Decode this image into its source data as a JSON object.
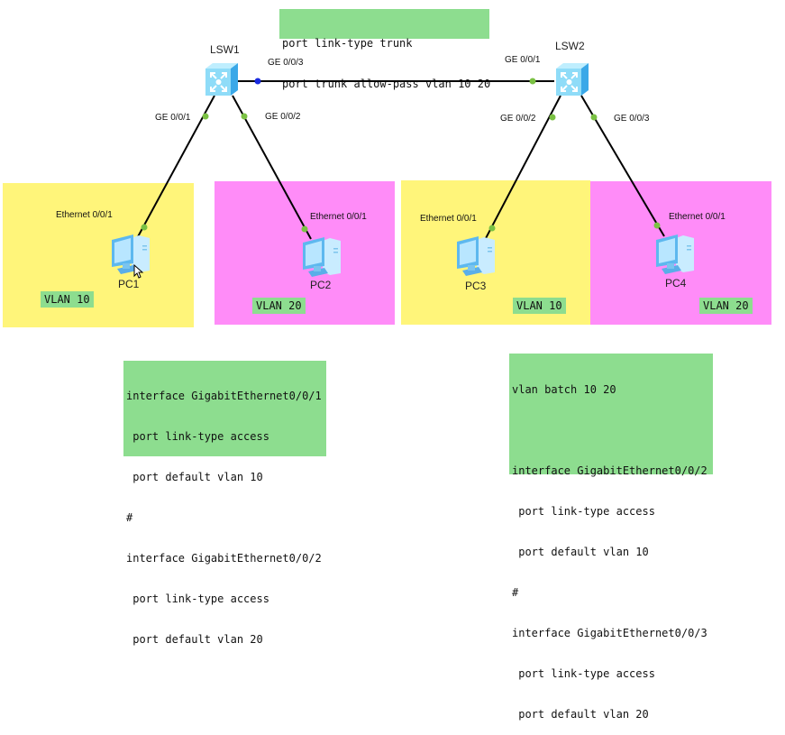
{
  "trunk_config": [
    "port link-type trunk",
    "port trunk allow-pass vlan 10 20"
  ],
  "devices": {
    "lsw1": {
      "name": "LSW1"
    },
    "lsw2": {
      "name": "LSW2"
    },
    "pc1": {
      "name": "PC1"
    },
    "pc2": {
      "name": "PC2"
    },
    "pc3": {
      "name": "PC3"
    },
    "pc4": {
      "name": "PC4"
    }
  },
  "ports": {
    "lsw1_ge003": "GE 0/0/3",
    "lsw1_ge001": "GE 0/0/1",
    "lsw1_ge002": "GE 0/0/2",
    "lsw2_ge001": "GE 0/0/1",
    "lsw2_ge002": "GE 0/0/2",
    "lsw2_ge003": "GE 0/0/3",
    "pc1_eth": "Ethernet 0/0/1",
    "pc2_eth": "Ethernet 0/0/1",
    "pc3_eth": "Ethernet 0/0/1",
    "pc4_eth": "Ethernet 0/0/1"
  },
  "vlans": {
    "pc1": "VLAN 10",
    "pc2": "VLAN 20",
    "pc3": "VLAN 10",
    "pc4": "VLAN 20"
  },
  "colors": {
    "vlan10_zone": "#fff57a",
    "vlan20_zone": "#ff8cf8",
    "code_bg": "#8ddd8f",
    "port_dot": "#7ac143",
    "port_dot_active": "#1a2be0"
  },
  "lsw1_config": [
    "interface GigabitEthernet0/0/1",
    " port link-type access",
    " port default vlan 10",
    "#",
    "interface GigabitEthernet0/0/2",
    " port link-type access",
    " port default vlan 20"
  ],
  "lsw2_config": [
    "vlan batch 10 20",
    "",
    "interface GigabitEthernet0/0/2",
    " port link-type access",
    " port default vlan 10",
    "#",
    "interface GigabitEthernet0/0/3",
    " port link-type access",
    " port default vlan 20"
  ]
}
